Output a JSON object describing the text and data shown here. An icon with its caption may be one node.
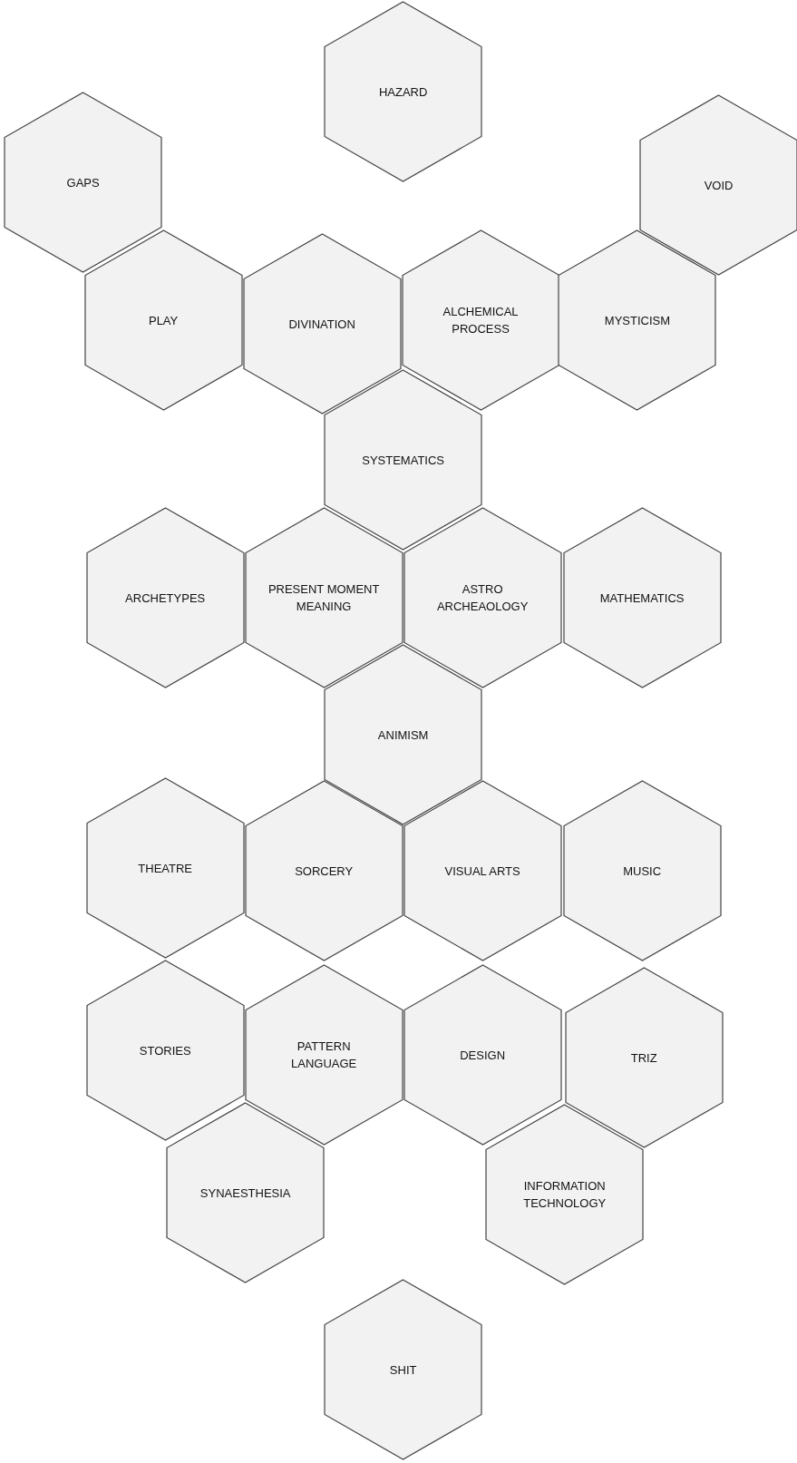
{
  "diagram": {
    "nodes": [
      {
        "text": [
          "HAZARD"
        ]
      },
      {
        "text": [
          "GAPS"
        ]
      },
      {
        "text": [
          "VOID"
        ]
      },
      {
        "text": [
          "PLAY"
        ]
      },
      {
        "text": [
          "DIVINATION"
        ]
      },
      {
        "text": [
          "ALCHEMICAL PROCESS"
        ]
      },
      {
        "text": [
          "MYSTICISM"
        ]
      },
      {
        "text": [
          "SYSTEMATICS"
        ]
      },
      {
        "text": [
          "ARCHETYPES"
        ]
      },
      {
        "text": [
          "PRESENT MOMENT MEANING"
        ]
      },
      {
        "text": [
          "ASTRO ARCHEAOLOGY"
        ]
      },
      {
        "text": [
          "MATHEMATICS"
        ]
      },
      {
        "text": [
          "ANIMISM"
        ]
      },
      {
        "text": [
          "THEATRE"
        ]
      },
      {
        "text": [
          "SORCERY"
        ]
      },
      {
        "text": [
          "VISUAL ARTS"
        ]
      },
      {
        "text": [
          "MUSIC"
        ]
      },
      {
        "text": [
          "STORIES"
        ]
      },
      {
        "text": [
          "PATTERN LANGUAGE"
        ]
      },
      {
        "text": [
          "DESIGN"
        ]
      },
      {
        "text": [
          "TRIZ"
        ]
      },
      {
        "text": [
          "SYNAESTHESIA"
        ]
      },
      {
        "text": [
          "INFORMATION TECHNOLOGY"
        ]
      },
      {
        "text": [
          "SHIT"
        ]
      }
    ]
  }
}
